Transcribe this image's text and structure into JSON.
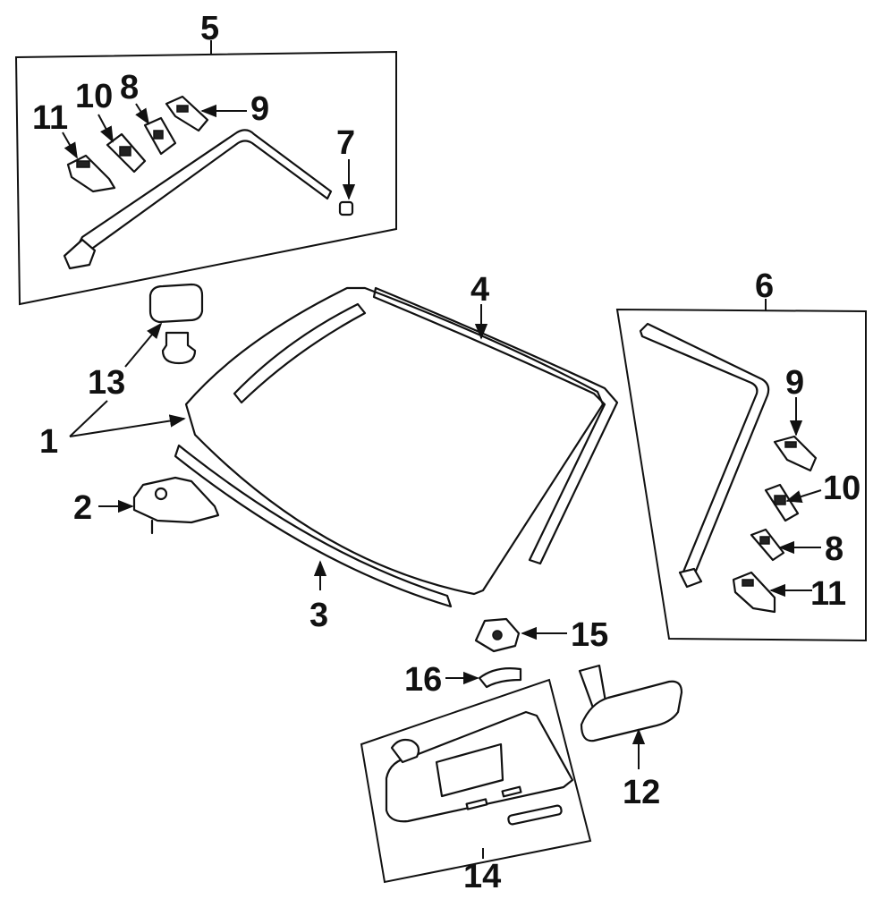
{
  "callouts": {
    "c1": "1",
    "c2": "2",
    "c3": "3",
    "c4": "4",
    "c5": "5",
    "c6": "6",
    "c7": "7",
    "c8a": "8",
    "c8b": "8",
    "c9a": "9",
    "c9b": "9",
    "c10a": "10",
    "c10b": "10",
    "c11a": "11",
    "c11b": "11",
    "c12": "12",
    "c13": "13",
    "c14": "14",
    "c15": "15",
    "c16": "16"
  }
}
